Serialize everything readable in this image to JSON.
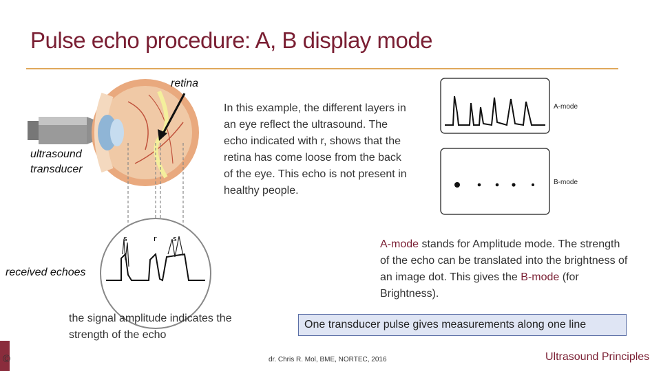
{
  "slide": {
    "title": "Pulse echo procedure: A, B display mode",
    "labels": {
      "retina": "retina",
      "transducer": "ultrasound transducer",
      "received": "received echoes",
      "s1": "s",
      "r": "r",
      "s2": "s"
    },
    "explanation": "In this example, the different layers in an eye reflect the ultrasound. The echo indicated with r, shows that the retina has come loose from the back of the eye. This echo is not present in healthy people.",
    "amode_paragraph": {
      "term1": "A-mode",
      "part1": " stands for Amplitude mode. The strength of the echo can be translated into the brightness of an image dot. This gives the ",
      "term2": "B-mode",
      "part2": " (for Brightness)."
    },
    "caption": "the signal amplitude indicates the strength of the echo",
    "boxed_note": "One transducer pulse gives measurements along one line",
    "mode_labels": {
      "a": "A-mode",
      "b": "B-mode"
    },
    "footer": {
      "copyright": "©",
      "credit": "dr. Chris R. Mol, BME, NORTEC, 2016",
      "brand": "Ultrasound Principles"
    },
    "colors": {
      "accent": "#7a1f33",
      "rule": "#e0a85a",
      "box_fill": "#dfe5f4",
      "box_border": "#5b6fa6"
    }
  }
}
